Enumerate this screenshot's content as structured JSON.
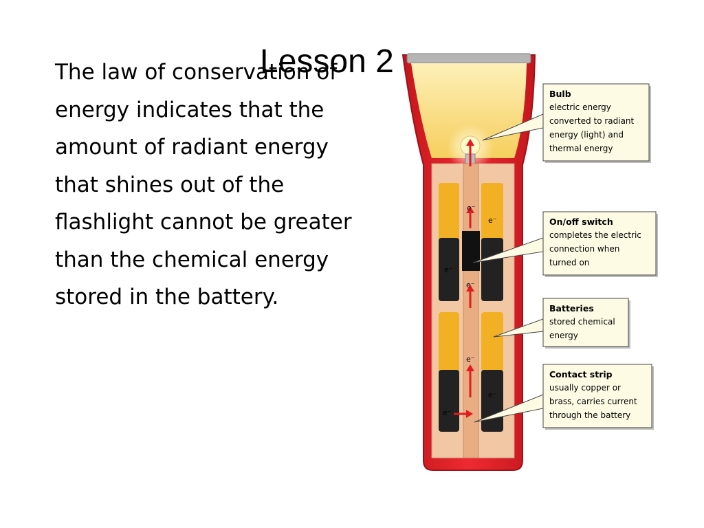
{
  "slide": {
    "title": "Lesson 2",
    "body": "The law of conservation of energy indicates that the amount of radiant energy that shines out of the flashlight cannot be greater than the chemical energy stored in the battery."
  },
  "diagram": {
    "electron_symbol": "e⁻",
    "callouts": [
      {
        "id": "bulb",
        "title": "Bulb",
        "lines": [
          "electric energy",
          "converted to radiant",
          "energy (light) and",
          "thermal energy"
        ]
      },
      {
        "id": "switch",
        "title": "On/off switch",
        "lines": [
          "completes the electric",
          "connection when",
          "turned on"
        ]
      },
      {
        "id": "batteries",
        "title": "Batteries",
        "lines": [
          "stored chemical",
          "energy"
        ]
      },
      {
        "id": "contact-strip",
        "title": "Contact strip",
        "lines": [
          "usually copper or",
          "brass, carries current",
          "through the battery"
        ]
      }
    ],
    "colors": {
      "casing": "#e8212a",
      "casing_dark": "#a8141a",
      "reflector": "#f8d978",
      "battery_yellow": "#f2b024",
      "battery_black": "#222222",
      "contact_strip": "#e9ad84",
      "arrow": "#e11b22",
      "callout_bg": "#fdfbe4"
    }
  }
}
